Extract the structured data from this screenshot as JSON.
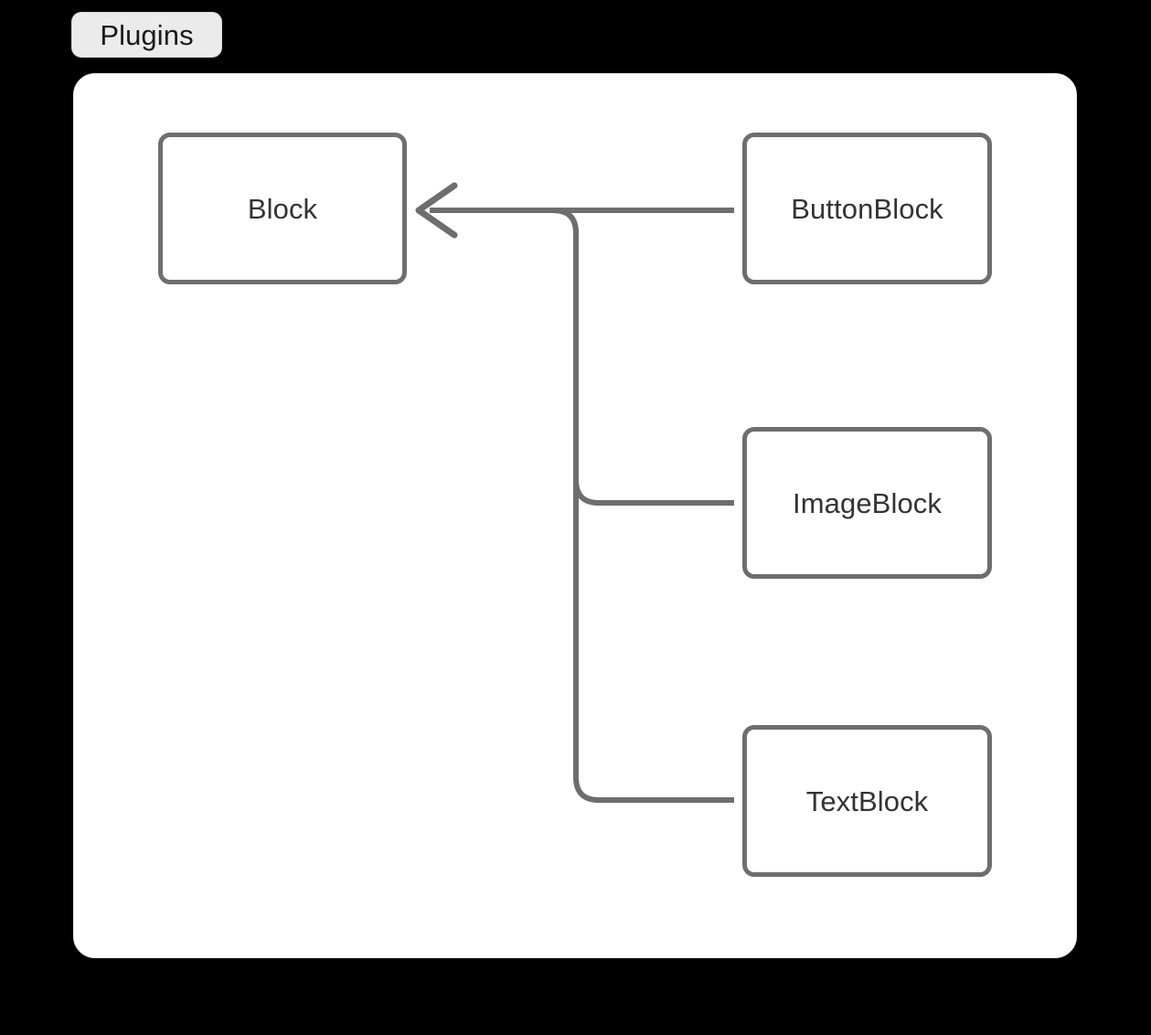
{
  "cluster": {
    "label": "Plugins"
  },
  "nodes": [
    {
      "id": "block",
      "label": "Block"
    },
    {
      "id": "buttonblock",
      "label": "ButtonBlock"
    },
    {
      "id": "imageblock",
      "label": "ImageBlock"
    },
    {
      "id": "textblock",
      "label": "TextBlock"
    }
  ],
  "edges": [
    {
      "from": "ButtonBlock",
      "to": "Block",
      "arrow": "open-arrowhead",
      "direction": "left"
    },
    {
      "from": "ImageBlock",
      "to": "Block",
      "arrow": "none",
      "direction": "left"
    },
    {
      "from": "TextBlock",
      "to": "Block",
      "arrow": "none",
      "direction": "left"
    }
  ],
  "colors": {
    "background": "#000000",
    "panel_fill": "#ffffff",
    "panel_border": "#eaeaea",
    "badge_fill": "#ebebeb",
    "node_border": "#6e6e6e",
    "node_fill": "#ffffff",
    "edge_stroke": "#6e6e6e",
    "label_text": "#333333",
    "badge_text": "#1a1a1a"
  },
  "chart_data": {
    "type": "diagram",
    "title": "Plugins",
    "subtype": "class-inheritance",
    "nodes": [
      "Block",
      "ButtonBlock",
      "ImageBlock",
      "TextBlock"
    ],
    "relations": [
      {
        "source": "ButtonBlock",
        "target": "Block",
        "kind": "inherits"
      },
      {
        "source": "ImageBlock",
        "target": "Block",
        "kind": "inherits"
      },
      {
        "source": "TextBlock",
        "target": "Block",
        "kind": "inherits"
      }
    ]
  }
}
